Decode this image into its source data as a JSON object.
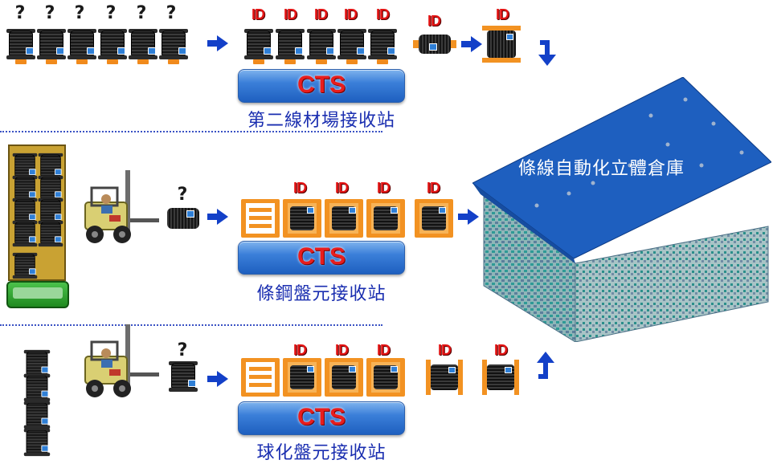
{
  "rows": [
    {
      "id": "line2",
      "station_label": "第二線材場接收站",
      "cts_label": "CTS",
      "unknown_marker": "?",
      "id_marker": "ID"
    },
    {
      "id": "steel",
      "station_label": "條鋼盤元接收站",
      "cts_label": "CTS",
      "unknown_marker": "?",
      "id_marker": "ID"
    },
    {
      "id": "spheroidized",
      "station_label": "球化盤元接收站",
      "cts_label": "CTS",
      "unknown_marker": "?",
      "id_marker": "ID"
    }
  ],
  "warehouse": {
    "label": "條線自動化立體倉庫",
    "roof_color": "#1e5fbf",
    "rack_color": "#3aa7a3"
  },
  "colors": {
    "arrow": "#1340c8",
    "pallet": "#f29222",
    "id_text": "#e31414",
    "station_text": "#1a2eb0",
    "divider": "#3a52c4"
  }
}
